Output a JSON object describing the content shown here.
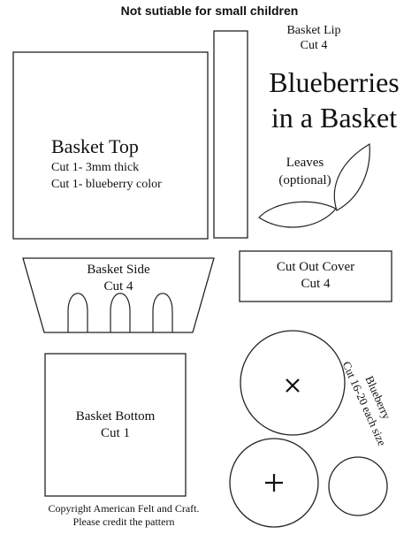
{
  "header": {
    "warning": "Not sutiable for small children"
  },
  "title": {
    "line1": "Blueberries",
    "line2": "in a Basket"
  },
  "pieces": {
    "basket_lip": {
      "name": "Basket Lip",
      "cut": "Cut 4"
    },
    "basket_top": {
      "name": "Basket Top",
      "cut1": "Cut 1- 3mm thick",
      "cut2": "Cut 1- blueberry color"
    },
    "leaves": {
      "name": "Leaves",
      "note": "(optional)"
    },
    "basket_side": {
      "name": "Basket Side",
      "cut": "Cut 4"
    },
    "cut_out_cover": {
      "name": "Cut Out Cover",
      "cut": "Cut 4"
    },
    "basket_bottom": {
      "name": "Basket Bottom",
      "cut": "Cut 1"
    },
    "blueberry": {
      "name": "Blueberry",
      "cut": "Cut 16-20 each size"
    }
  },
  "footer": {
    "line1": "Copyright American Felt and Craft.",
    "line2": "Please credit the pattern"
  }
}
